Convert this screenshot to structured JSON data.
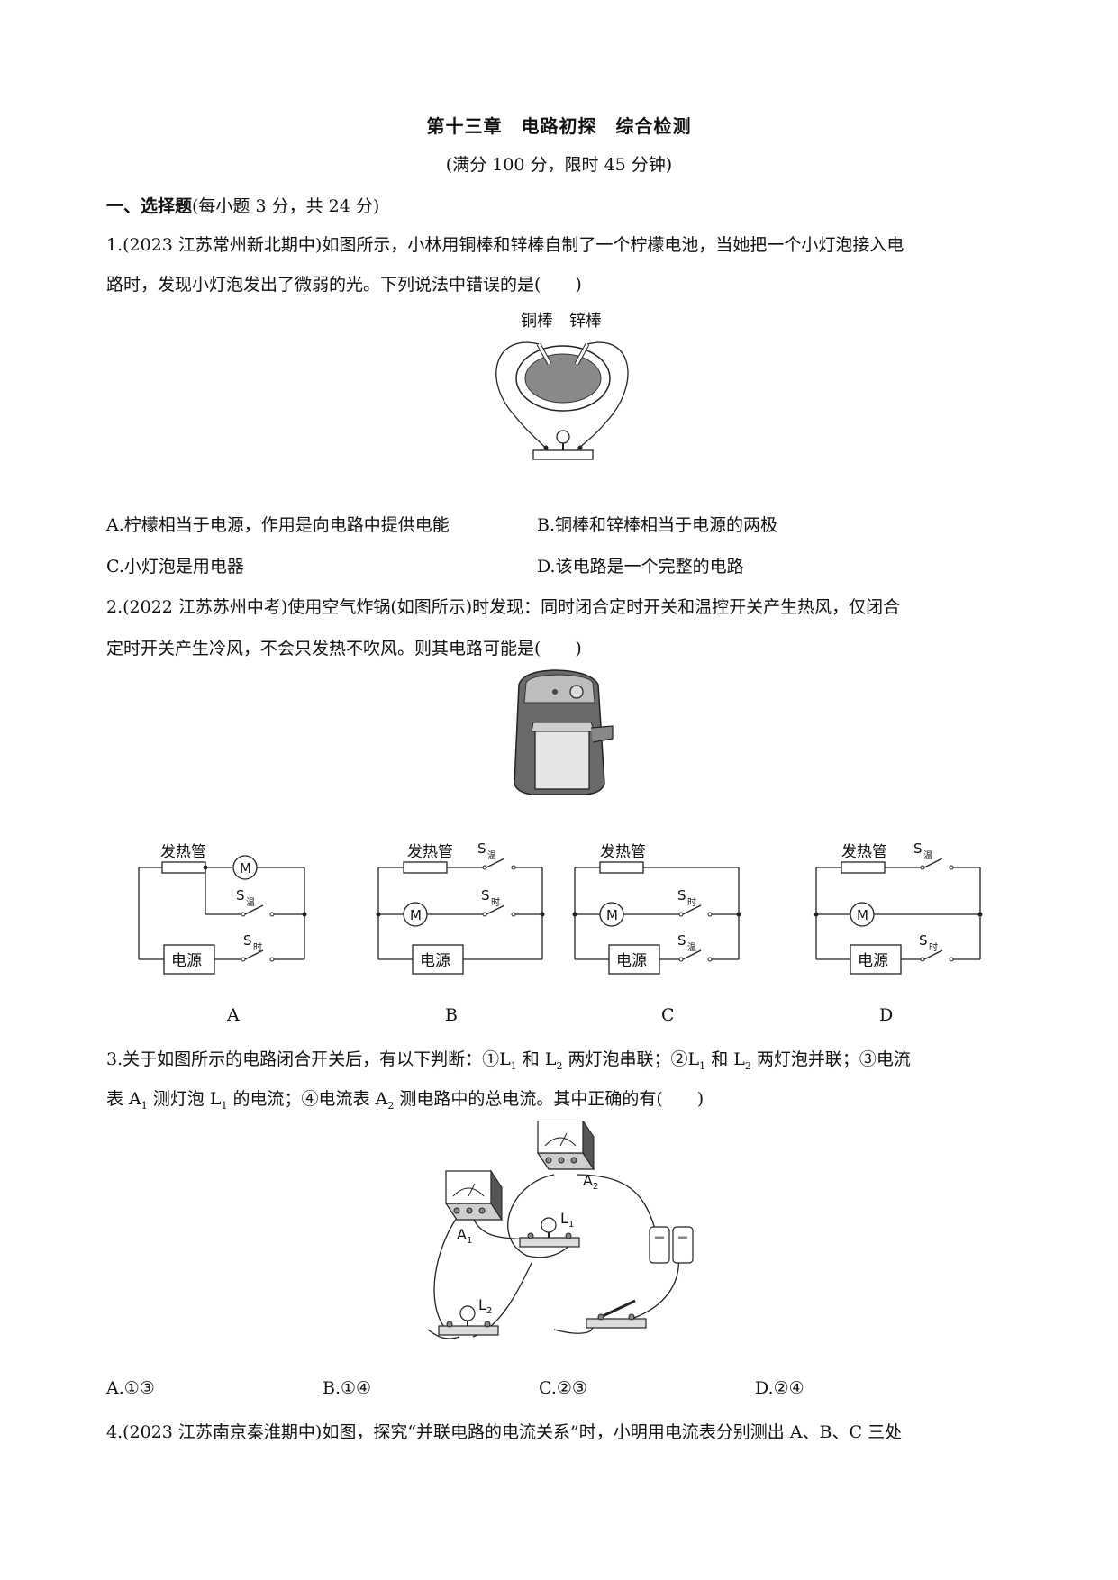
{
  "header": {
    "title": "第十三章　电路初探　综合检测",
    "subtitle": "(满分 100 分，限时 45 分钟)"
  },
  "section1": {
    "heading": "一、选择题",
    "note": "(每小题 3 分，共 24 分)"
  },
  "q1": {
    "line1": "1.(2023 江苏常州新北期中)如图所示，小林用铜棒和锌棒自制了一个柠檬电池，当她把一个小灯泡接入电",
    "line2": "路时，发现小灯泡发出了微弱的光。下列说法中错误的是(　　)",
    "figure": {
      "label_cu": "铜棒",
      "label_zn": "锌棒"
    },
    "options": {
      "A": "A.柠檬相当于电源，作用是向电路中提供电能",
      "B": "B.铜棒和锌棒相当于电源的两极",
      "C": "C.小灯泡是用电器",
      "D": "D.该电路是一个完整的电路"
    }
  },
  "q2": {
    "line1": "2.(2022 江苏苏州中考)使用空气炸锅(如图所示)时发现：同时闭合定时开关和温控开关产生热风，仅闭合",
    "line2": "定时开关产生冷风，不会只发热不吹风。则其电路可能是(　　)",
    "circuit": {
      "heater": "发热管",
      "motor": "M",
      "power": "电源",
      "switch": "S",
      "sub_temp": "温",
      "sub_time": "时"
    },
    "options": [
      "A",
      "B",
      "C",
      "D"
    ]
  },
  "q3": {
    "line1_parts": [
      "3.关于如图所示的电路闭合开关后，有以下判断：①",
      "L",
      "1",
      " 和 ",
      "L",
      "2",
      " 两灯泡串联；②",
      "L",
      "1",
      " 和 ",
      "L",
      "2",
      " 两灯泡并联；③电流"
    ],
    "line2_parts": [
      "表 ",
      "A",
      "1",
      " 测灯泡 ",
      "L",
      "1",
      " 的电流；④电流表 ",
      "A",
      "2",
      " 测电路中的总电流。其中正确的有(　　)"
    ],
    "figure": {
      "A1": "A",
      "A2": "A",
      "L1": "L",
      "L2": "L",
      "sub1": "1",
      "sub2": "2"
    },
    "options": {
      "A": "A.①③",
      "B": "B.①④",
      "C": "C.②③",
      "D": "D.②④"
    }
  },
  "q4": {
    "line1": "4.(2023 江苏南京秦淮期中)如图，探究“并联电路的电流关系”时，小明用电流表分别测出 A、B、C 三处"
  }
}
